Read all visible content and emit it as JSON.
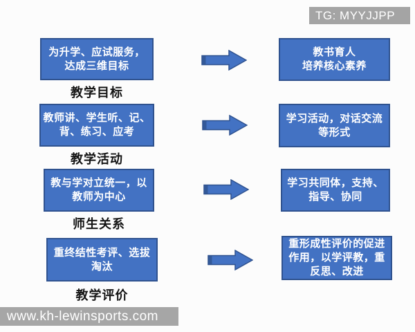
{
  "page": {
    "tg_badge": "TG: MYYJJPP",
    "watermark": "www.kh-lewinsports.com"
  },
  "colors": {
    "box_fill": "#4372C3",
    "box_border": "#2F528F",
    "arrow_fill": "#4372C3",
    "badge_bg": "#A4A4A4",
    "box_text": "#FFFFFF",
    "label_text": "#141414",
    "background": "#FCFCFC"
  },
  "diagram": {
    "rows": [
      {
        "label": "教学目标",
        "left": "为升学、应试服务，\n达成三维目标",
        "right": "教书育人\n培养核心素养"
      },
      {
        "label": "教学活动",
        "left": "教师讲、学生听、记、\n背、练习、应考",
        "right": "学习活动，对话交流\n等形式"
      },
      {
        "label": "师生关系",
        "left": "教与学对立统一，以\n教师为中心",
        "right": "学习共同体，支持、\n指导、协同"
      },
      {
        "label": "教学评价",
        "left": "重终结性考评、选拔\n淘汰",
        "right": "重形成性评价的促进\n作用，以学评教，重\n反思、改进"
      }
    ]
  }
}
